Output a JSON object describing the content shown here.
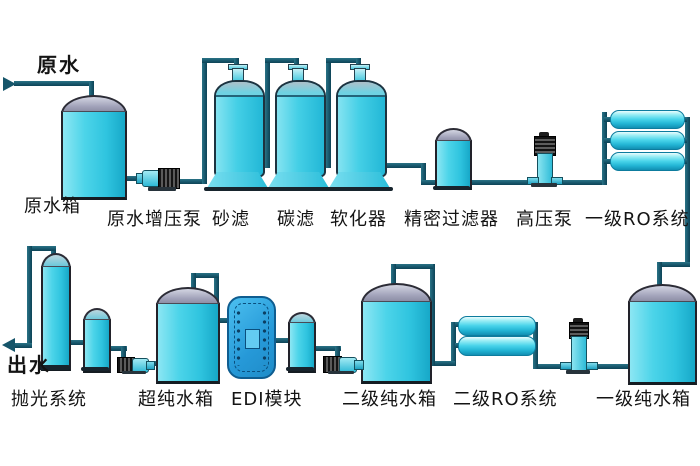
{
  "labels": {
    "inlet": "原水",
    "raw_tank": "原水箱",
    "booster_pump": "原水增压泵",
    "sand_filter": "砂滤",
    "carbon_filter": "碳滤",
    "softener": "软化器",
    "precision_filter": "精密过滤器",
    "hp_pump": "高压泵",
    "ro1": "一级RO系统",
    "outlet": "出水",
    "polishing": "抛光系统",
    "ultrapure_tank": "超纯水箱",
    "edi": "EDI模块",
    "pure_tank2": "二级纯水箱",
    "ro2": "二级RO系统",
    "pure_tank1": "一级纯水箱"
  },
  "flow_sequence": {
    "top_row": [
      "原水",
      "原水箱",
      "原水增压泵",
      "砂滤",
      "碳滤",
      "软化器",
      "精密过滤器",
      "高压泵",
      "一级RO系统"
    ],
    "bottom_row": [
      "一级纯水箱",
      "二级RO系统",
      "二级纯水箱",
      "EDI模块",
      "超纯水箱",
      "抛光系统",
      "出水"
    ]
  },
  "colors": {
    "pipe": "#16556a",
    "vessel_cyan": "#3fcce4",
    "tank_dome_gray": "#9b9cb4",
    "edi_blue": "#2699d8",
    "label_text": "#141414",
    "background": "#ffffff"
  }
}
